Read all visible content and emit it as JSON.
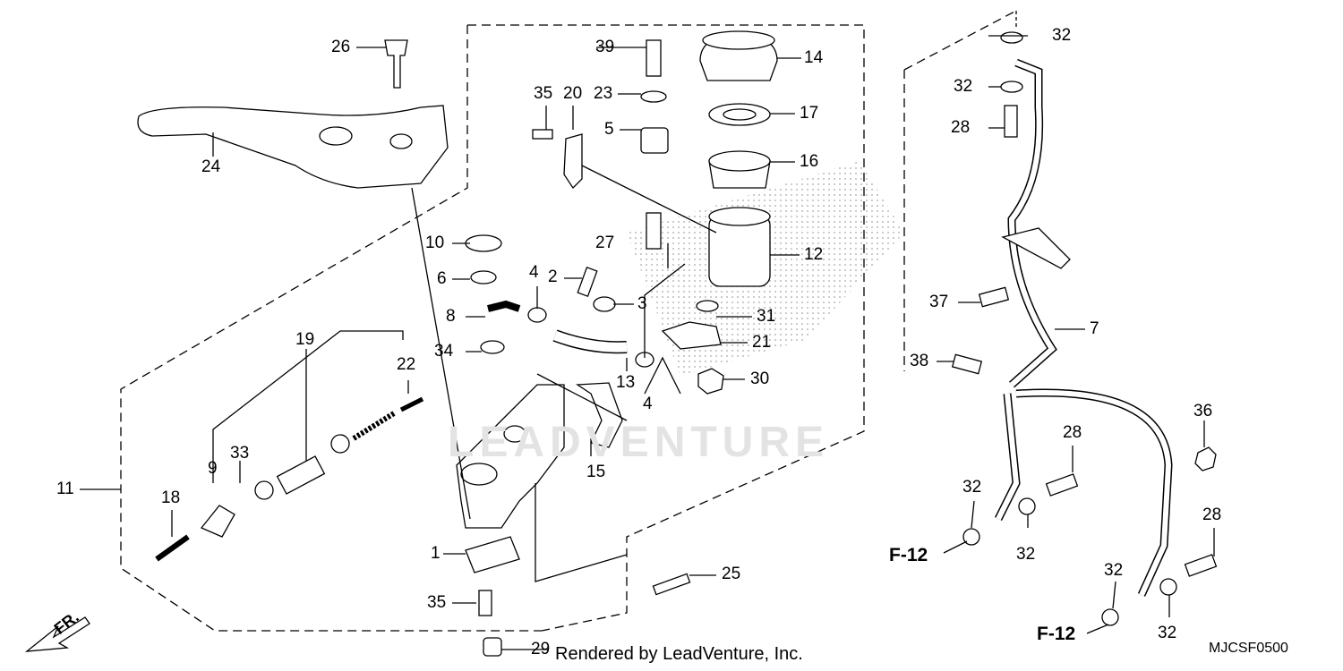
{
  "diagram_code": "MJCSF0500",
  "credit": "Rendered by LeadVenture, Inc.",
  "watermark": "LEADVENTURE",
  "direction_label": "FR.",
  "frame_refs": [
    "F-12",
    "F-12"
  ],
  "callouts": {
    "c1": "1",
    "c2": "2",
    "c3": "3",
    "c4a": "4",
    "c4b": "4",
    "c5": "5",
    "c6": "6",
    "c7": "7",
    "c8": "8",
    "c9": "9",
    "c10": "10",
    "c11": "11",
    "c12": "12",
    "c13": "13",
    "c14": "14",
    "c15": "15",
    "c16": "16",
    "c17": "17",
    "c18": "18",
    "c19": "19",
    "c20": "20",
    "c21": "21",
    "c22": "22",
    "c23": "23",
    "c24": "24",
    "c25": "25",
    "c26": "26",
    "c27": "27",
    "c28a": "28",
    "c28b": "28",
    "c28c": "28",
    "c29": "29",
    "c30": "30",
    "c31": "31",
    "c32a": "32",
    "c32b": "32",
    "c32c": "32",
    "c32d": "32",
    "c32e": "32",
    "c32f": "32",
    "c33": "33",
    "c34": "34",
    "c35a": "35",
    "c35b": "35",
    "c36": "36",
    "c37": "37",
    "c38": "38",
    "c39": "39"
  }
}
